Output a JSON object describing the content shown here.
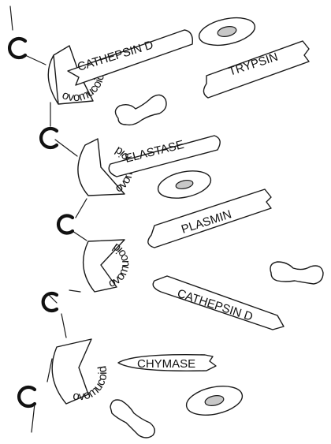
{
  "inhibitor_label": "ovomucoid",
  "enzymes": {
    "cathepsin_d_top": "CATHEPSIN D",
    "trypsin": "TRYPSIN",
    "elastase": "ELASTASE",
    "plasmin": "PLASMIN",
    "cathepsin_d_bottom": "CATHEPSIN D",
    "chymase": "CHYMASE"
  }
}
